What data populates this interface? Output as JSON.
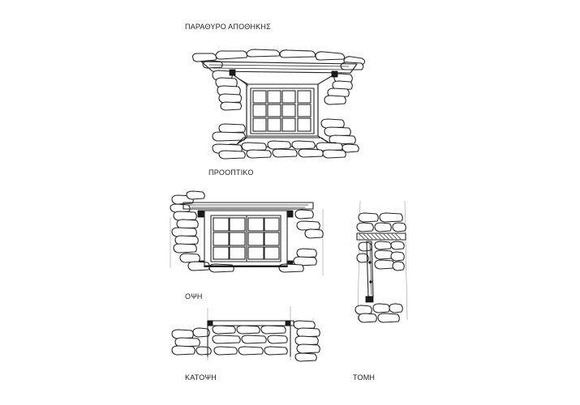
{
  "title": "ΠΑΡΑΘΥΡΟ ΑΠΟΘΗΚΗΣ",
  "views": {
    "perspective": "ΠΡΟΟΠΤΙΚΟ",
    "elevation": "ΟΨΗ",
    "plan": "ΚΑΤΟΨΗ",
    "section": "ΤΟΜΗ"
  },
  "colors": {
    "ink": "#222222",
    "paper": "#ffffff",
    "guide": "#9a9a9a"
  }
}
